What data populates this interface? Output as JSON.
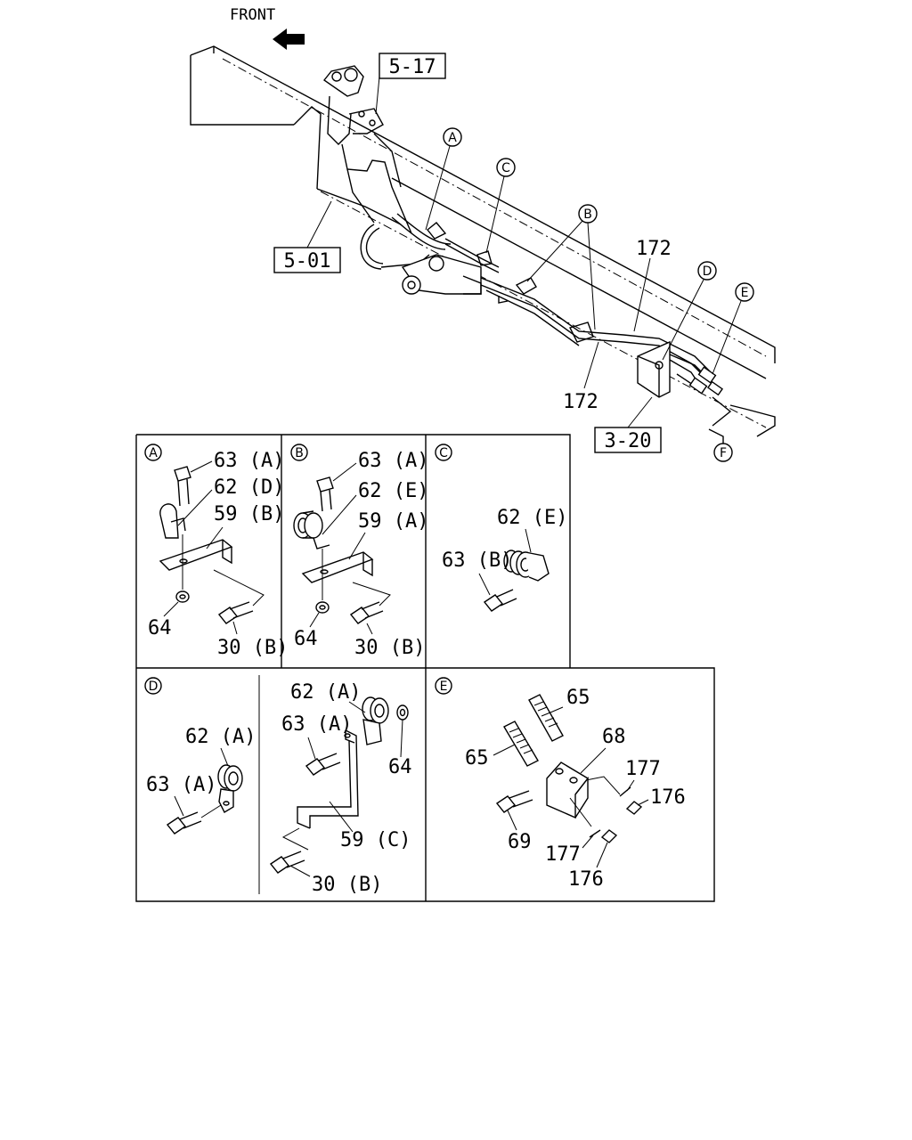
{
  "header": {
    "front_label": "FRONT"
  },
  "main_view": {
    "ref_boxes": {
      "r517": "5-17",
      "r501": "5-01",
      "r320": "3-20"
    },
    "callouts": {
      "A": "A",
      "B": "B",
      "C": "C",
      "D": "D",
      "E": "E",
      "F": "F"
    },
    "part_172_upper": "172",
    "part_172_lower": "172"
  },
  "panels": {
    "A": {
      "tag": "A",
      "labels": {
        "p63": "63 (A)",
        "p62": "62 (D)",
        "p59": "59 (B)",
        "p64": "64",
        "p30": "30 (B)"
      }
    },
    "B": {
      "tag": "B",
      "labels": {
        "p63": "63 (A)",
        "p62": "62 (E)",
        "p59": "59 (A)",
        "p64": "64",
        "p30": "30 (B)"
      }
    },
    "C": {
      "tag": "C",
      "labels": {
        "p62": "62 (E)",
        "p63": "63 (B)"
      }
    },
    "D": {
      "tag": "D",
      "labels": {
        "l62": "62 (A)",
        "l63": "63 (A)",
        "r62": "62 (A)",
        "r63": "63 (A)",
        "r64": "64",
        "r59": "59 (C)",
        "r30": "30 (B)"
      }
    },
    "E": {
      "tag": "E",
      "labels": {
        "p65a": "65",
        "p65b": "65",
        "p68": "68",
        "p177a": "177",
        "p176a": "176",
        "p69": "69",
        "p177b": "177",
        "p176b": "176"
      }
    }
  }
}
